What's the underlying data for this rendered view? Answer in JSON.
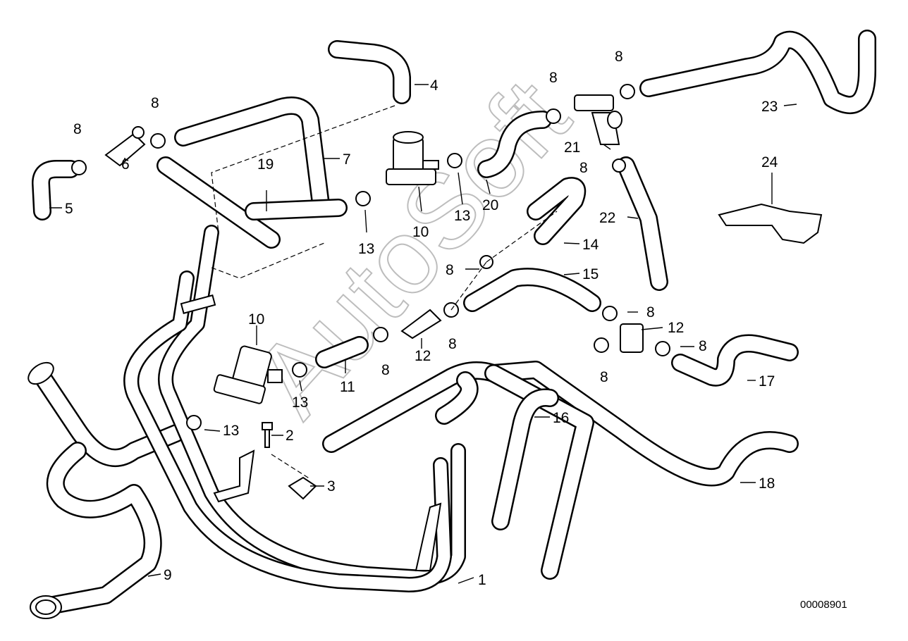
{
  "diagram": {
    "reference_number": "00008901",
    "watermark": "AutoSoft"
  },
  "labels": {
    "l1": "1",
    "l2": "2",
    "l3": "3",
    "l4": "4",
    "l5": "5",
    "l6": "6",
    "l7": "7",
    "l8a": "8",
    "l8b": "8",
    "l8c": "8",
    "l8d": "8",
    "l8e": "8",
    "l8f": "8",
    "l8g": "8",
    "l8h": "8",
    "l8i": "8",
    "l8j": "8",
    "l8k": "8",
    "l9": "9",
    "l10a": "10",
    "l10b": "10",
    "l11": "11",
    "l12a": "12",
    "l12b": "12",
    "l13a": "13",
    "l13b": "13",
    "l13c": "13",
    "l13d": "13",
    "l14": "14",
    "l15": "15",
    "l16": "16",
    "l17": "17",
    "l18": "18",
    "l19": "19",
    "l20": "20",
    "l21": "21",
    "l22": "22",
    "l23": "23",
    "l24": "24"
  }
}
